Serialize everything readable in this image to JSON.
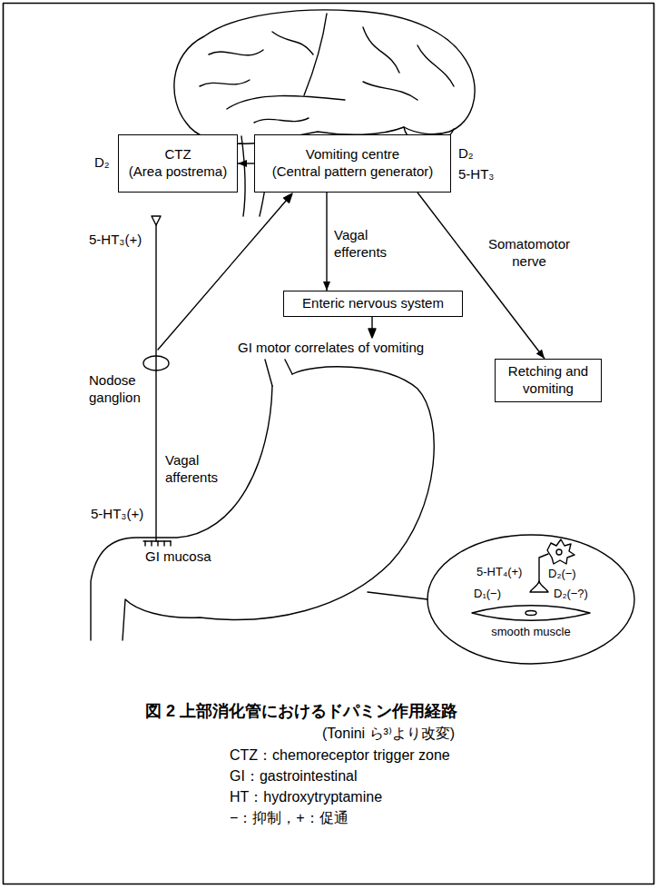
{
  "diagram": {
    "caption": "図 2 上部消化管におけるドパミン作用経路",
    "nodes": [
      {
        "text": [
          "CTZ",
          "(Area postrema)"
        ]
      },
      {
        "text": [
          "Vomiting centre",
          "(Central pattern generator)"
        ]
      },
      {
        "text": [
          "Enteric nervous system"
        ]
      },
      {
        "text": [
          "Retching and vomiting"
        ]
      },
      {
        "text": [
          "5-HT₄(+)",
          "D₂(−)",
          "D₁(−)",
          "D₂(−?)",
          "smooth muscle"
        ]
      }
    ],
    "edges": [
      {
        "from": 1,
        "to": 0,
        "arrow": "to"
      },
      {
        "from": 1,
        "to": 2,
        "label": "Vagal efferents",
        "arrow": "to"
      },
      {
        "from": 1,
        "to": 3,
        "label": "Somatomotor nerve",
        "arrow": "to"
      }
    ],
    "labels": [
      "D₂",
      "D₂",
      "5-HT₃",
      "5-HT₃(+)",
      "Nodose ganglion",
      "Vagal afferents",
      "5-HT₃(+)",
      "GI mucosa",
      "GI motor correlates of vomiting",
      "(Tonini ら³⁾より改変)",
      "CTZ：chemoreceptor trigger zone",
      "GI：gastrointestinal",
      "HT：hydroxytryptamine",
      "−：抑制，+：促通"
    ]
  }
}
